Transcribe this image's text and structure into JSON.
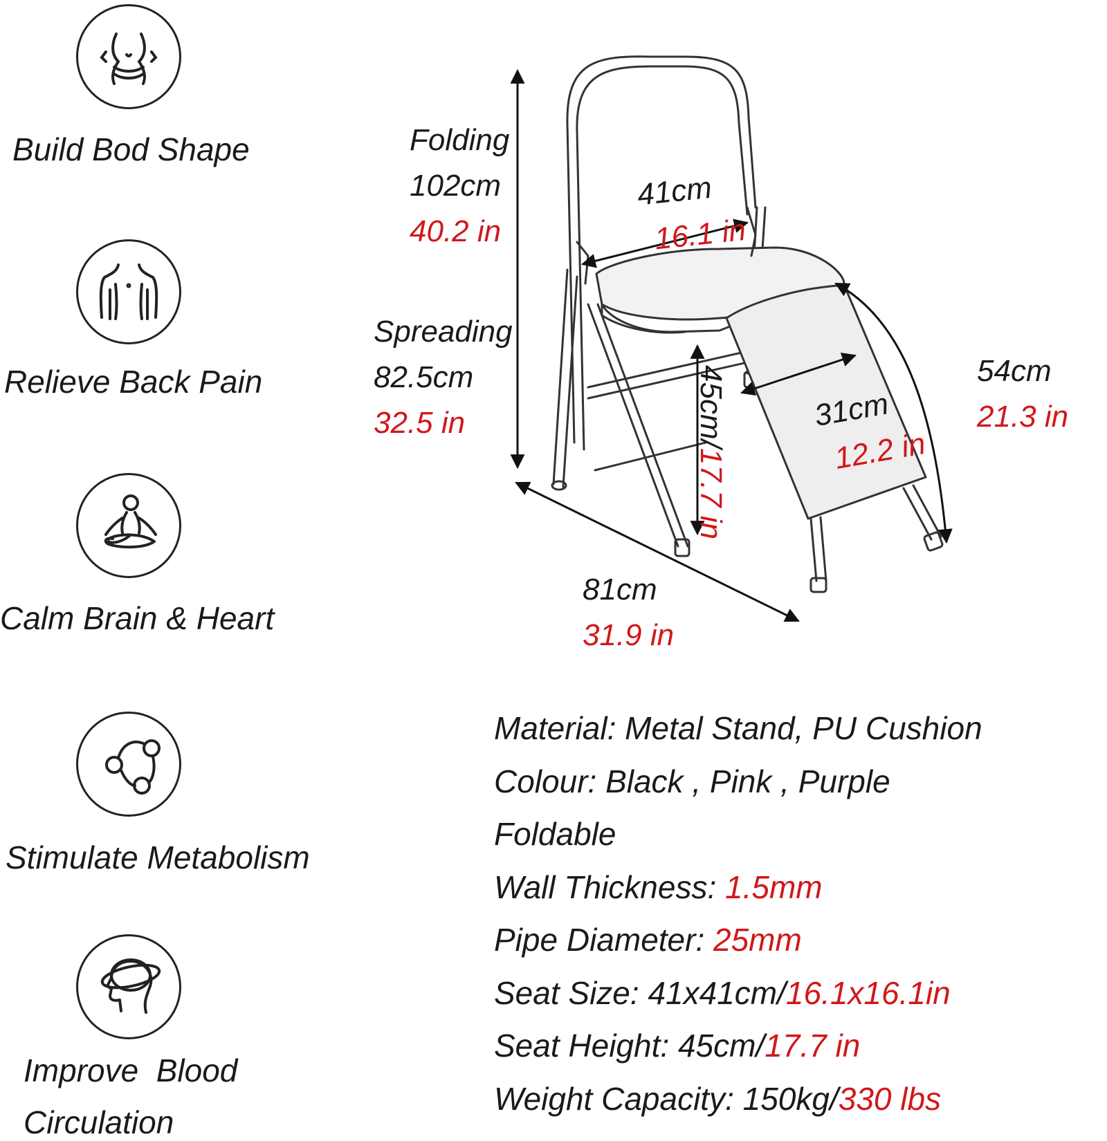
{
  "benefits": [
    {
      "icon": "waist-body-icon",
      "label": "Build Bod Shape"
    },
    {
      "icon": "back-shoulders-icon",
      "label": "Relieve Back Pain"
    },
    {
      "icon": "meditation-icon",
      "label": "Calm Brain & Heart"
    },
    {
      "icon": "molecule-icon",
      "label": "Stimulate Metabolism"
    },
    {
      "icon": "head-orbit-icon",
      "label": "Improve  Blood",
      "label_line2": "Circulation"
    }
  ],
  "dimensions": {
    "folding": {
      "label": "Folding",
      "cm": "102cm",
      "in": "40.2 in"
    },
    "spreading": {
      "label": "Spreading",
      "cm": "82.5cm",
      "in": "32.5 in"
    },
    "seat_width": {
      "cm": "41cm",
      "in": "16.1 in"
    },
    "seat_height": {
      "cm": "45cm/",
      "in": "17.7 in"
    },
    "board_width": {
      "cm": "31cm",
      "in": "12.2 in"
    },
    "board_length": {
      "cm": "54cm",
      "in": "21.3 in"
    },
    "depth": {
      "cm": "81cm",
      "in": "31.9 in"
    }
  },
  "specs": {
    "material": {
      "label": "Material: Metal Stand, PU Cushion"
    },
    "colour": {
      "label": "Colour: Black , Pink , Purple"
    },
    "foldable": {
      "label": "Foldable"
    },
    "wall_thickness": {
      "label": "Wall Thickness: ",
      "value": "1.5mm"
    },
    "pipe_diameter": {
      "label": "Pipe Diameter: ",
      "value": "25mm"
    },
    "seat_size": {
      "label": "Seat Size: 41x41cm/",
      "value": "16.1x16.1in"
    },
    "seat_height": {
      "label": "Seat Height: 45cm/",
      "value": "17.7 in"
    },
    "weight_capacity": {
      "label": "Weight Capacity: 150kg/",
      "value": "330 lbs"
    }
  },
  "colors": {
    "accent_red": "#d0181b",
    "text": "#1a1a1a"
  }
}
